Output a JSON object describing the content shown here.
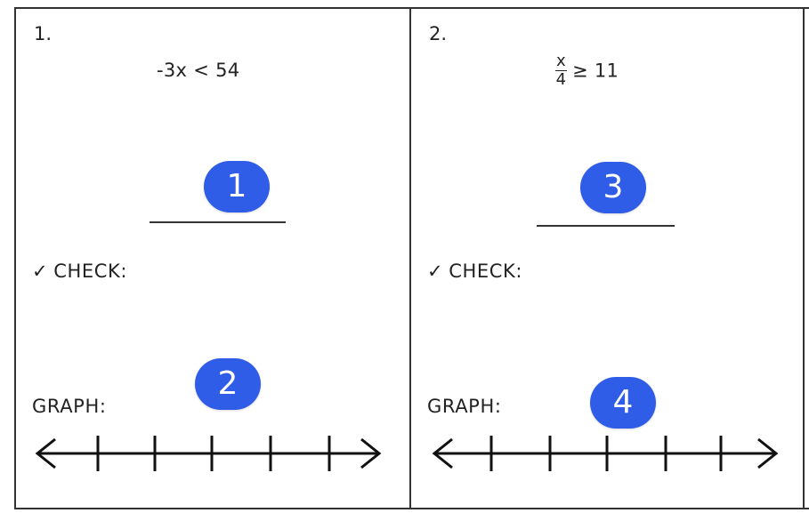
{
  "problems": [
    {
      "number": "1.",
      "expression": "-3x < 54",
      "check_label": "CHECK:",
      "check_mark": "✓",
      "graph_label": "GRAPH:",
      "badge_answer": "1",
      "badge_graph": "2"
    },
    {
      "number": "2.",
      "fraction_numerator": "x",
      "fraction_denominator": "4",
      "expression_rest": "≥ 11",
      "check_label": "CHECK:",
      "check_mark": "✓",
      "graph_label": "GRAPH:",
      "badge_answer": "3",
      "badge_graph": "4"
    }
  ],
  "colors": {
    "badge": "#2f5de7",
    "ink": "#222222"
  },
  "icons": {
    "check": "check-mark-icon",
    "number_line": "number-line-icon"
  }
}
